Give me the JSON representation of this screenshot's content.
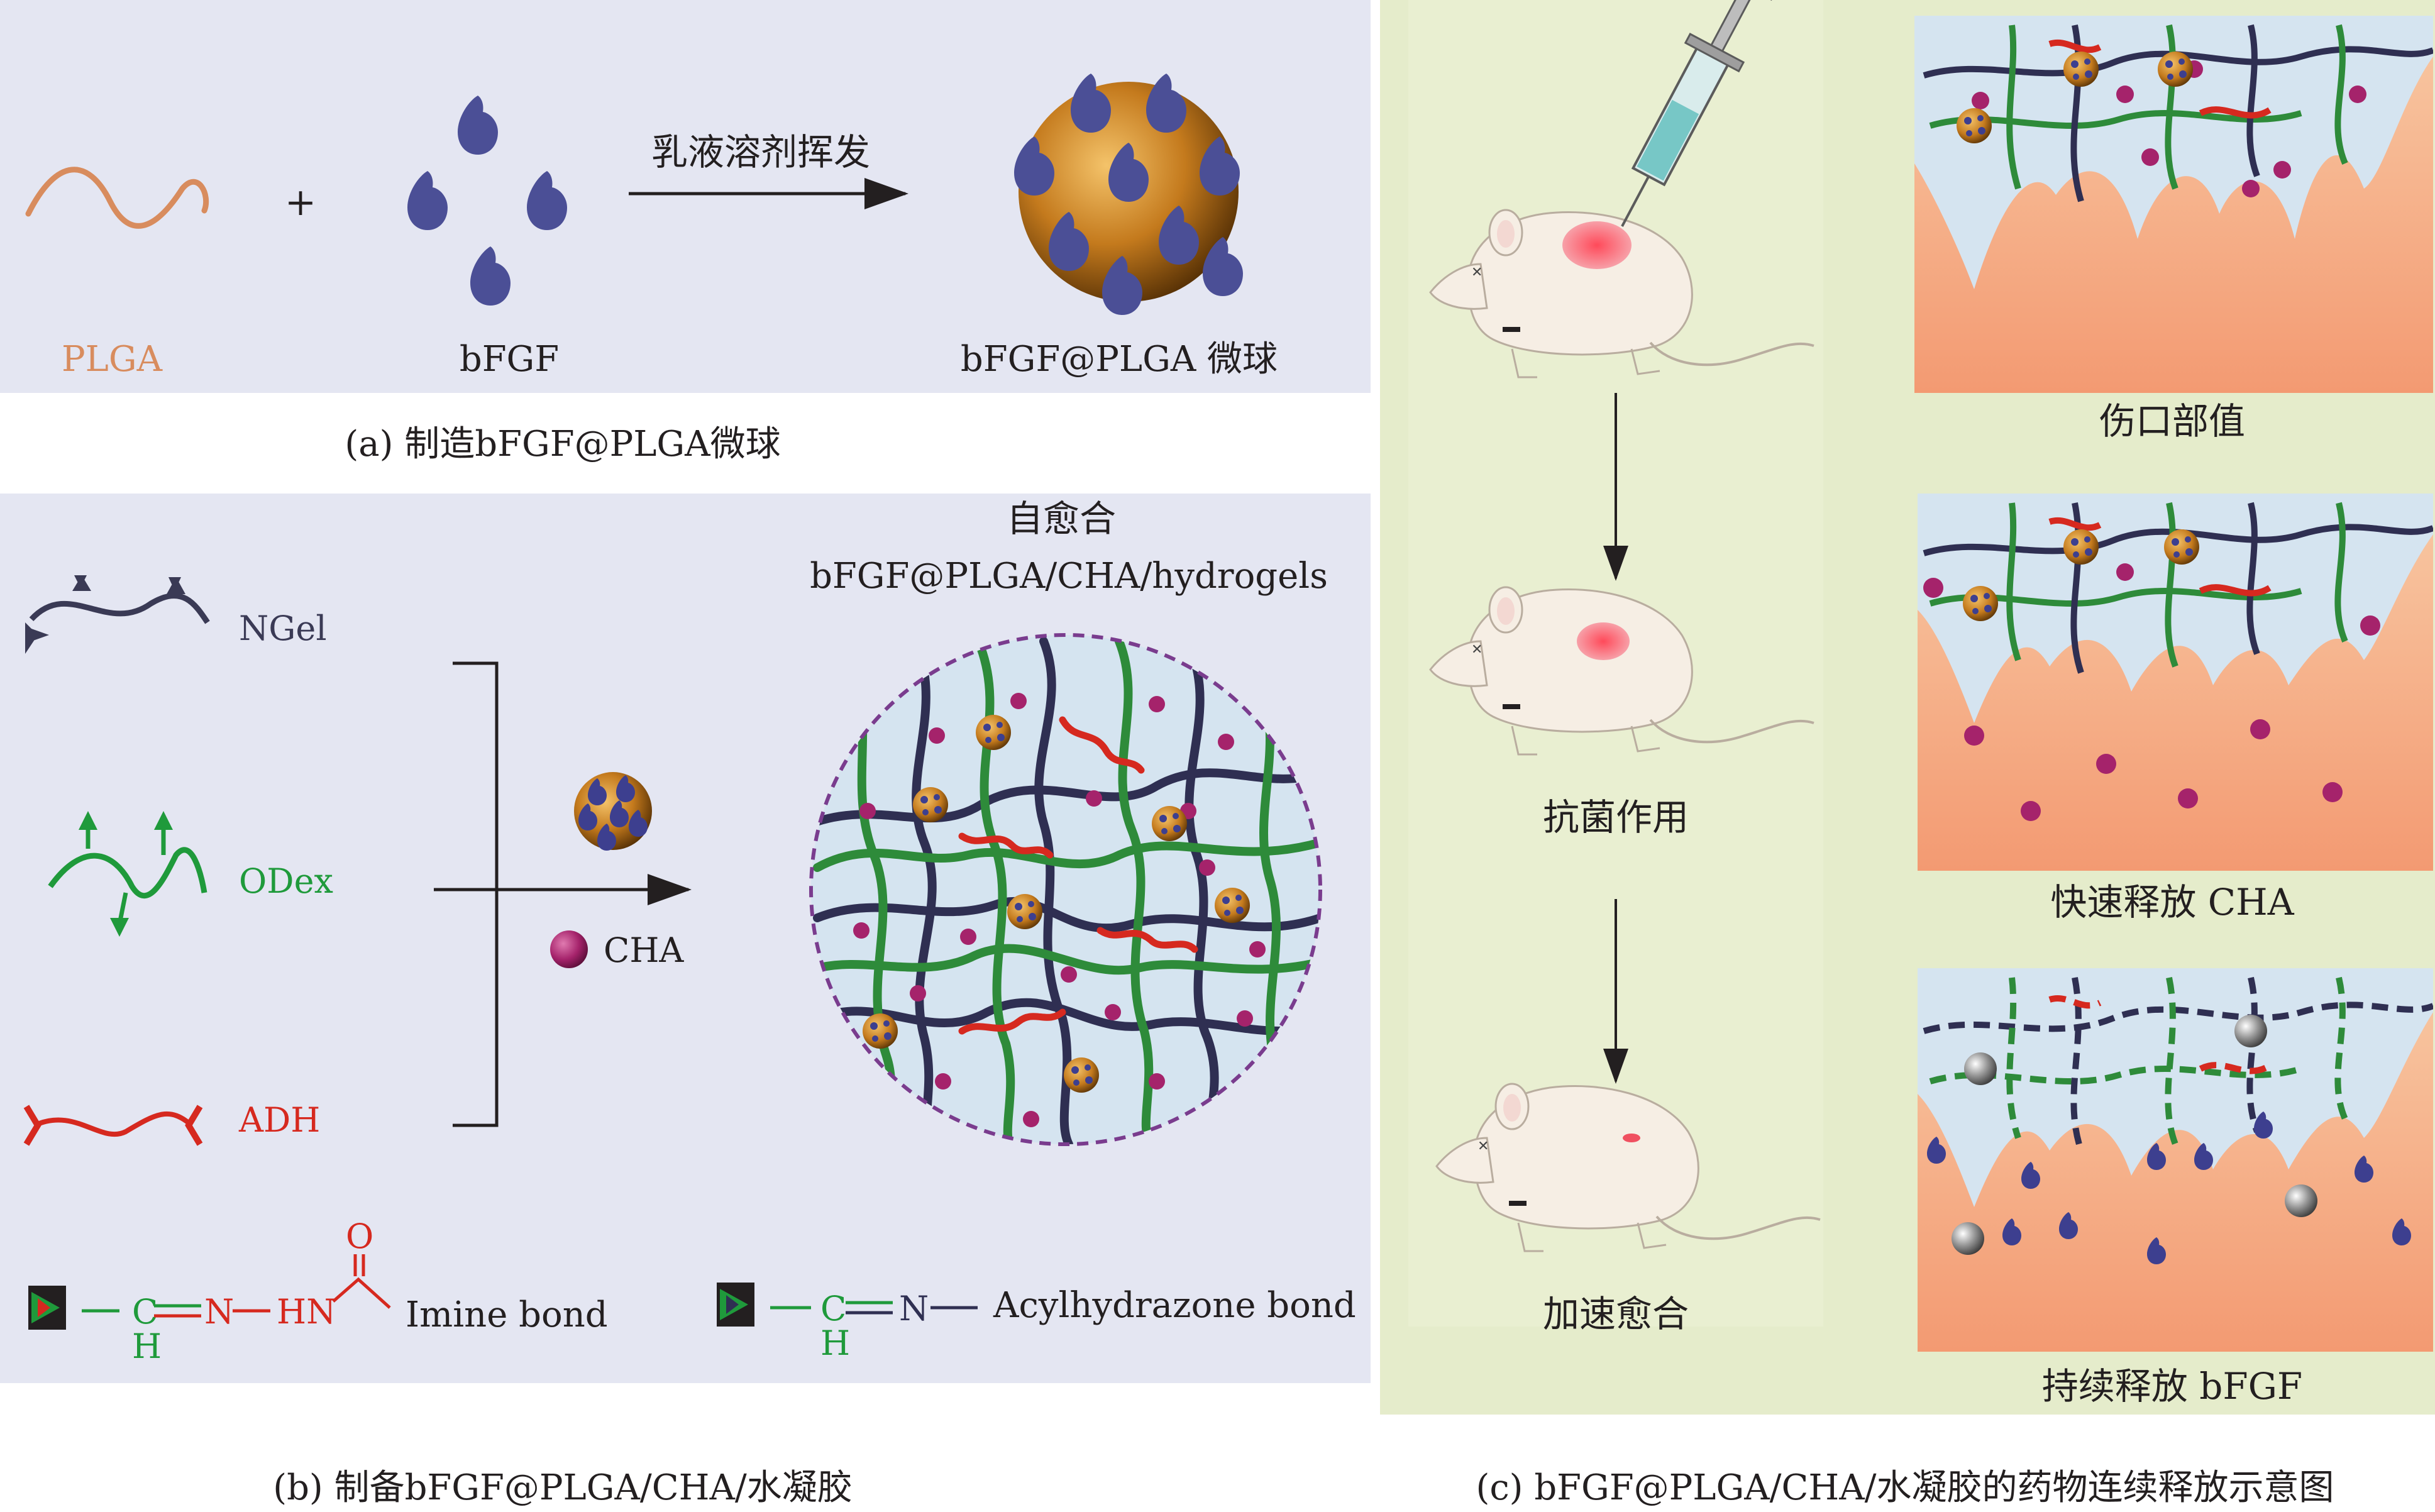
{
  "colors": {
    "panel_a_bg": "#e4e6f2",
    "panel_b_bg": "#e4e6f2",
    "panel_c_bg": "#e5eccb",
    "plga": "#d88c5e",
    "bfgf": "#4b4f96",
    "sphere": "#c47a1d",
    "ngel": "#3a3a55",
    "odex": "#1f9a3b",
    "adh": "#d6291f",
    "cha": "#a5236b",
    "tissue": "#f6a27c",
    "hydrogel_fill": "#cfe1ee"
  },
  "panel_a": {
    "plga_label": "PLGA",
    "plus": "+",
    "bfgf_label": "bFGF",
    "arrow_label": "乳液溶剂挥发",
    "product_label": "bFGF@PLGA 微球",
    "caption": "(a) 制造bFGF@PLGA微球"
  },
  "panel_b": {
    "ngel_label": "NGel",
    "odex_label": "ODex",
    "adh_label": "ADH",
    "cha_label": "CHA",
    "product_title": "自愈合",
    "product_subtitle": "bFGF@PLGA/CHA/hydrogels",
    "imine": {
      "atoms_c": "C",
      "atoms_eq": "=",
      "atoms_n": "N",
      "atoms_hn": "HN",
      "atoms_o": "O",
      "atoms_h": "H",
      "label": "Imine bond"
    },
    "acyl": {
      "atoms_c": "C",
      "atoms_eq": "=",
      "atoms_n": "N",
      "atoms_h": "H",
      "label": "Acylhydrazone bond"
    },
    "caption": "(b) 制备bFGF@PLGA/CHA/水凝胶"
  },
  "panel_c": {
    "step2_label": "抗菌作用",
    "step3_label": "加速愈合",
    "wound_label": "伤口部值",
    "fast_label": "快速释放 CHA",
    "sustained_label": "持续释放 bFGF",
    "caption": "(c) bFGF@PLGA/CHA/水凝胶的药物连续释放示意图"
  }
}
